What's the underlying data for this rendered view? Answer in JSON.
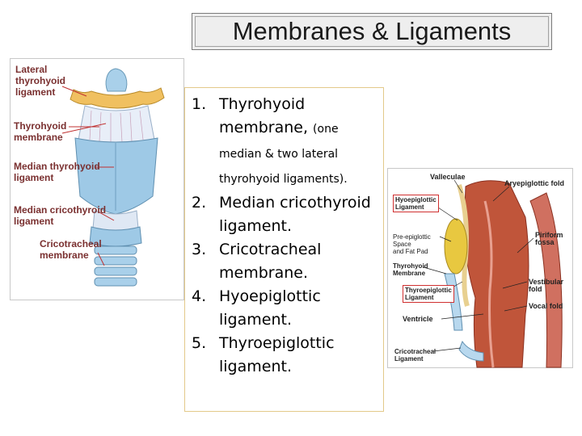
{
  "title": "Membranes & Ligaments",
  "left_figure": {
    "labels": [
      "Lateral\nthyrohyoid\nligament",
      "Thyrohyoid\nmembrane",
      "Median thyrohyoid\nligament",
      "Median cricothyroid\nligament",
      "Cricotracheal\nmembrane"
    ]
  },
  "list": [
    {
      "number": "1.",
      "text": "Thyrohyoid membrane,",
      "sub": "(one median & two lateral thyrohyoid ligaments)."
    },
    {
      "number": "2.",
      "text": "Median cricothyroid ligament.",
      "sub": ""
    },
    {
      "number": "3.",
      "text": "Cricotracheal membrane.",
      "sub": ""
    },
    {
      "number": "4.",
      "text": "Hyoepiglottic ligament.",
      "sub": ""
    },
    {
      "number": "5.",
      "text": "Thyroepiglottic ligament.",
      "sub": ""
    }
  ],
  "right_figure": {
    "labels": {
      "valleculae": "Valleculae",
      "aryepiglottic": "Aryepiglottic fold",
      "hyoepiglottic": "Hyoepiglottic\nLigament",
      "preepiglottic": "Pre-epiglottic\nSpace\nand Fat Pad",
      "piriform": "Piriform\nfossa",
      "thyrohyoid": "Thyrohyoid\nMembrane",
      "vestibular": "Vestibular\nfold",
      "thyroepiglottic": "Thyroepiglottic\nLigament",
      "vocal": "Vocal fold",
      "ventricle": "Ventricle",
      "cricotracheal": "Cricotracheal\nLigament"
    }
  },
  "colors": {
    "hyoid": "#f0c060",
    "cartilage": "#9ec9e6",
    "label_red": "#7a3030",
    "mucosa": "#c0553a",
    "border_text_box": "#e3c98a"
  }
}
